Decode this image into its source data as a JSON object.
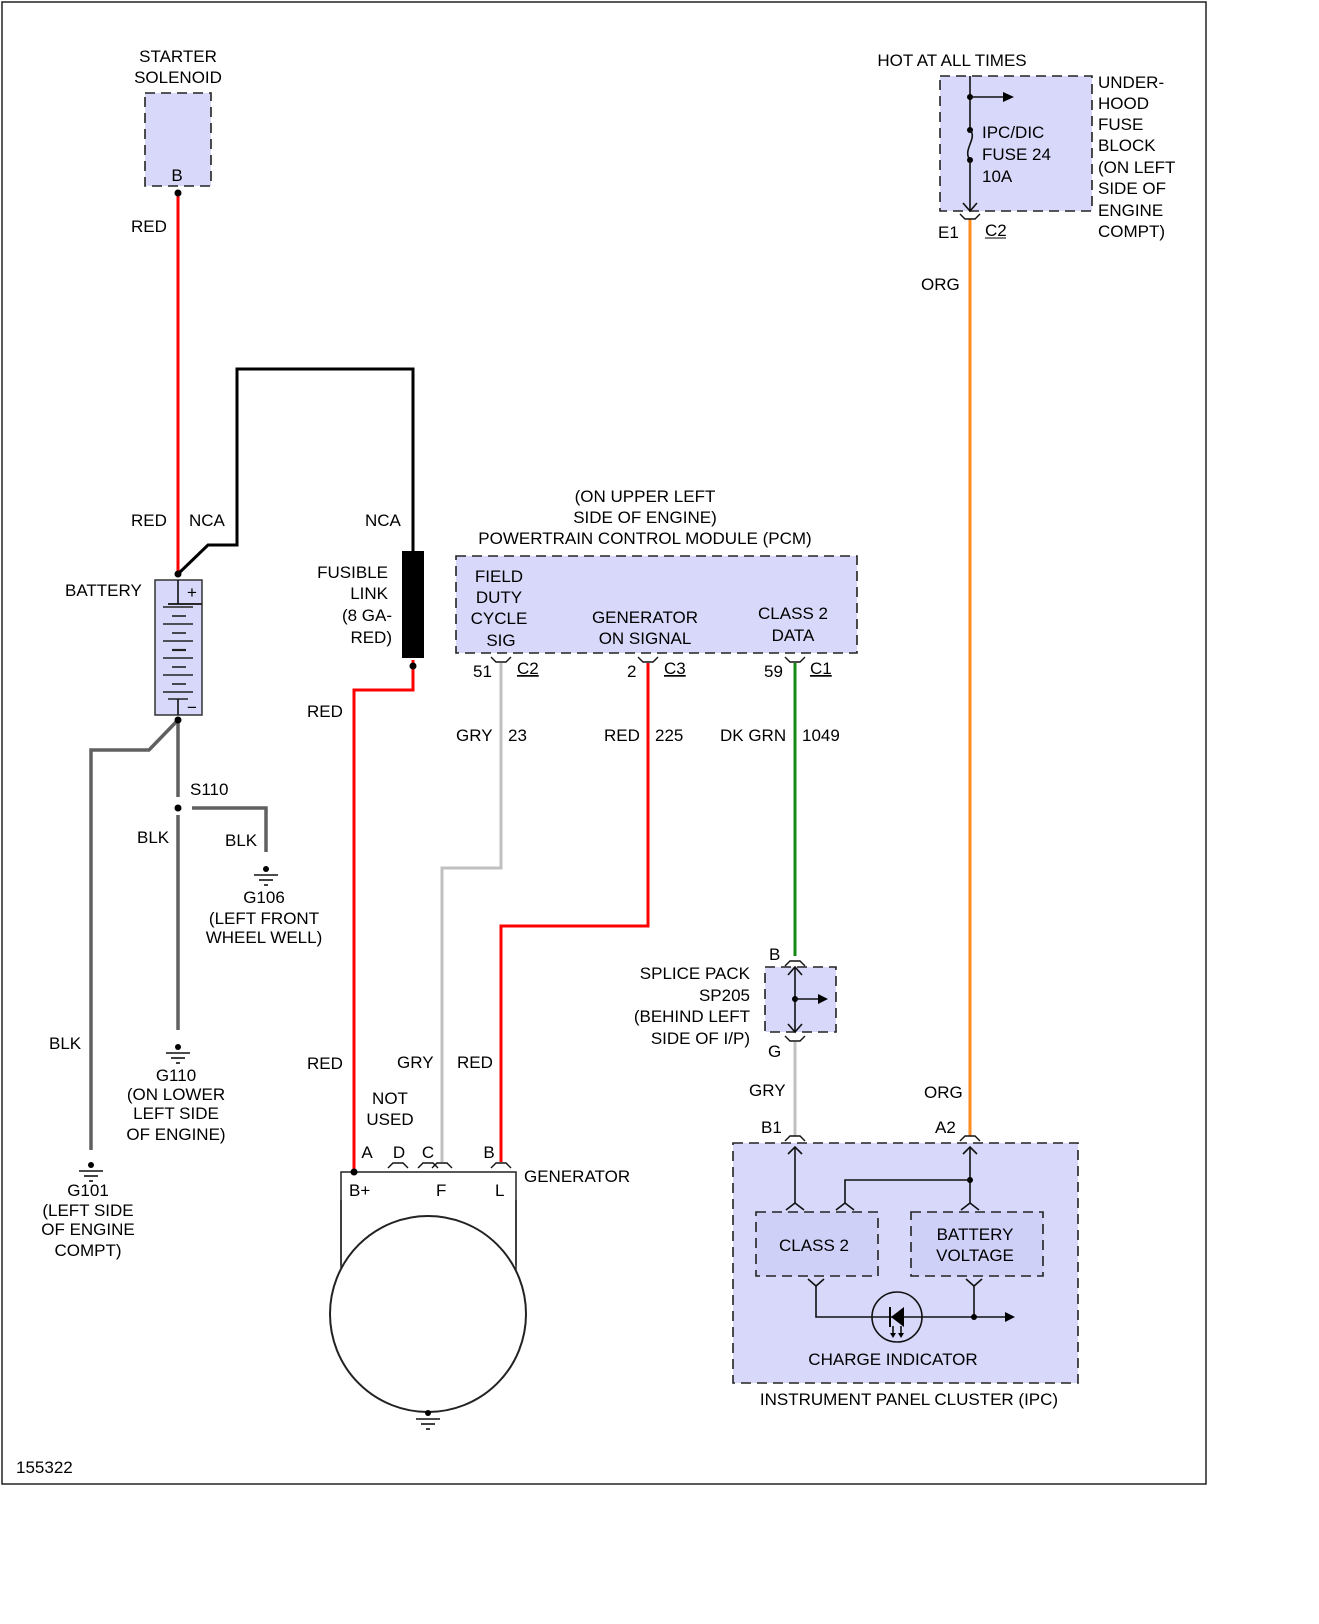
{
  "diagram": {
    "figure_id": "155322",
    "colors": {
      "RED": "#ff0000",
      "BLK": "#000000",
      "NCA": "#000000",
      "GND_BLK": "#606060",
      "GRY": "#c0c0c0",
      "DK_GRN": "#138a13",
      "ORG": "#ff8a1e",
      "component_fill": "#d8d8fa"
    },
    "components": {
      "starter_solenoid": {
        "title_l1": "STARTER",
        "title_l2": "SOLENOID",
        "pin": "B"
      },
      "battery": {
        "label": "BATTERY",
        "plus": "+",
        "minus": "−"
      },
      "fusible_link": {
        "l1": "FUSIBLE",
        "l2": "LINK",
        "l3": "(8 GA-",
        "l4": "RED)"
      },
      "fuse_block": {
        "hot_label": "HOT AT ALL TIMES",
        "fuse_l1": "IPC/DIC",
        "fuse_l2": "FUSE 24",
        "fuse_l3": "10A",
        "loc": [
          "UNDER-",
          "HOOD",
          "FUSE",
          "BLOCK",
          "(ON LEFT",
          "SIDE OF",
          "ENGINE",
          "COMPT)"
        ],
        "pin": "E1",
        "connector": "C2"
      },
      "pcm": {
        "loc_l1": "(ON UPPER LEFT",
        "loc_l2": "SIDE OF ENGINE)",
        "title": "POWERTRAIN CONTROL MODULE (PCM)",
        "field_duty": [
          "FIELD",
          "DUTY",
          "CYCLE",
          "SIG"
        ],
        "gen_on": [
          "GENERATOR",
          "ON SIGNAL"
        ],
        "class2": [
          "CLASS 2",
          "DATA"
        ],
        "pins": [
          {
            "pin": "51",
            "connector": "C2"
          },
          {
            "pin": "2",
            "connector": "C3"
          },
          {
            "pin": "59",
            "connector": "C1"
          }
        ]
      },
      "splice_pack": {
        "lines": [
          "SPLICE PACK",
          "SP205",
          "(BEHIND LEFT",
          "SIDE OF I/P)"
        ],
        "pin_top": "B",
        "pin_bottom": "G"
      },
      "generator": {
        "label": "GENERATOR",
        "not_used_l1": "NOT",
        "not_used_l2": "USED",
        "pins": [
          "A",
          "D",
          "C",
          "B"
        ],
        "terminals": [
          "B+",
          "F",
          "L"
        ]
      },
      "ipc": {
        "title": "INSTRUMENT PANEL CLUSTER (IPC)",
        "class2": "CLASS 2",
        "batt_l1": "BATTERY",
        "batt_l2": "VOLTAGE",
        "charge": "CHARGE INDICATOR",
        "pin_b1": "B1",
        "pin_a2": "A2"
      },
      "s110": "S110",
      "grounds": {
        "g106": [
          "G106",
          "(LEFT FRONT",
          "WHEEL WELL)"
        ],
        "g110": [
          "G110",
          "(ON LOWER",
          "LEFT SIDE",
          "OF ENGINE)"
        ],
        "g101": [
          "G101",
          "(LEFT SIDE",
          "OF ENGINE",
          "COMPT)"
        ]
      }
    },
    "wire_labels": {
      "red_starter": "RED",
      "red_batt": "RED",
      "nca_batt": "NCA",
      "nca_link": "NCA",
      "red_link": "RED",
      "gry_23_color": "GRY",
      "gry_23_circuit": "23",
      "red_225_color": "RED",
      "red_225_circuit": "225",
      "dkgrn_color": "DK GRN",
      "dkgrn_circuit": "1049",
      "org_top": "ORG",
      "org_bottom": "ORG",
      "gry_splice": "GRY",
      "blk_s110": "BLK",
      "blk_g106": "BLK",
      "blk_g101": "BLK",
      "red_gen_a": "RED",
      "gry_gen_c": "GRY",
      "red_gen_b": "RED"
    }
  }
}
